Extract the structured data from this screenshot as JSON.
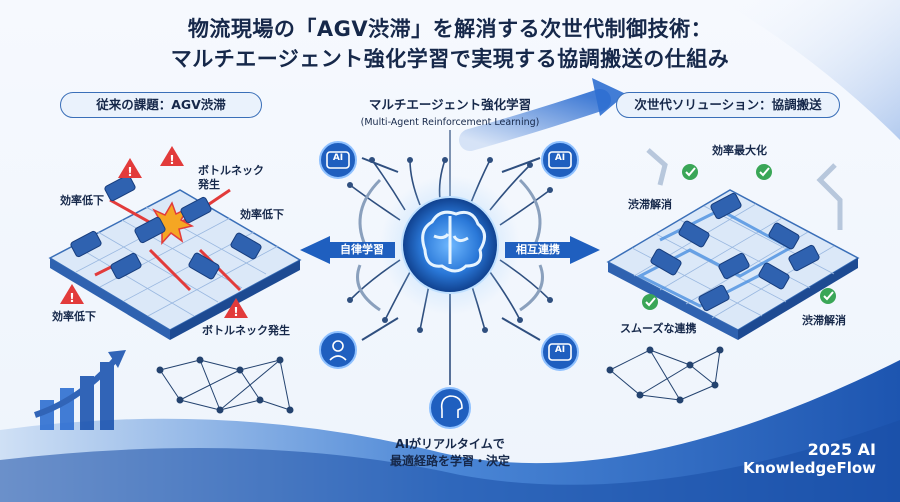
{
  "title": {
    "line1": "物流現場の「AGV渋滞」を解消する次世代制御技術：",
    "line2": "マルチエージェント強化学習で実現する協調搬送の仕組み"
  },
  "left_panel": {
    "header": "従来の課題：AGV渋滞",
    "labels": {
      "efficiency_drop_1": "効率低下",
      "bottleneck_1_line1": "ボトルネック",
      "bottleneck_1_line2": "発生",
      "efficiency_drop_2": "効率低下",
      "efficiency_drop_3": "効率低下",
      "bottleneck_2": "ボトルネック発生"
    }
  },
  "center": {
    "title": "マルチエージェント強化学習",
    "subtitle": "(Multi-Agent Reinforcement Learning)",
    "left_arrow": "自律学習",
    "right_arrow": "相互連携",
    "ai_badge": "AI",
    "bottom_line1": "AIがリアルタイムで",
    "bottom_line2": "最適経路を学習・決定"
  },
  "right_panel": {
    "header": "次世代ソリューション：協調搬送",
    "labels": {
      "efficiency_max": "効率最大化",
      "congestion_solved_1": "渋滞解消",
      "smooth_coordination": "スムーズな連携",
      "congestion_solved_2": "渋滞解消"
    }
  },
  "footer": {
    "line1": "2025 AI",
    "line2": "KnowledgeFlow"
  },
  "colors": {
    "navy": "#16284a",
    "accent_blue": "#2f6fd1",
    "warning_red": "#e23b3b",
    "success_green": "#3aa657"
  }
}
